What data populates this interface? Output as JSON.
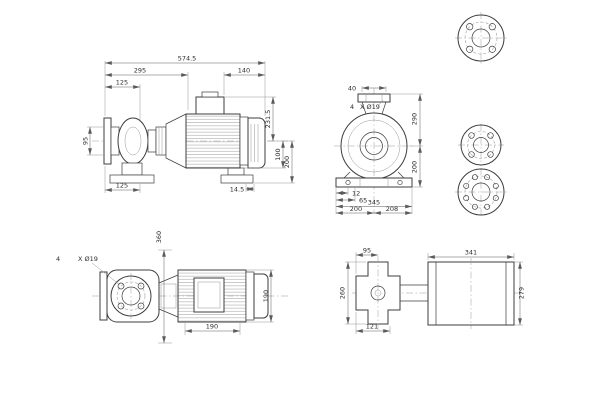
{
  "drawing": {
    "kind": "pump dimensional drawing",
    "views": "side view, end view, plan view, baseplate view, three flange details"
  },
  "side_view": {
    "overall_length": "574.5",
    "front_length": "295",
    "fan_length": "140",
    "dim_125_top": "125",
    "dim_95": "95",
    "dim_231_5": "231.5",
    "dim_100": "100",
    "dim_200": "200",
    "dim_125_bottom": "125",
    "dim_14_5": "14.5"
  },
  "end_view": {
    "dim_40": "40",
    "hole_count": "4",
    "hole_spec": "X Ø19",
    "dim_290": "290",
    "dim_200_side": "200",
    "dim_12": "12",
    "dim_65": "65",
    "dim_345": "345",
    "dim_200_bottom": "200",
    "dim_208": "208"
  },
  "plan_view": {
    "hole_count": "4",
    "hole_spec": "X Ø19",
    "dim_360": "360",
    "dim_190_vertical": "190",
    "dim_190_horizontal": "190"
  },
  "baseplate_view": {
    "dim_95": "95",
    "dim_341": "341",
    "dim_260": "260",
    "dim_279": "279",
    "dim_121": "121"
  }
}
